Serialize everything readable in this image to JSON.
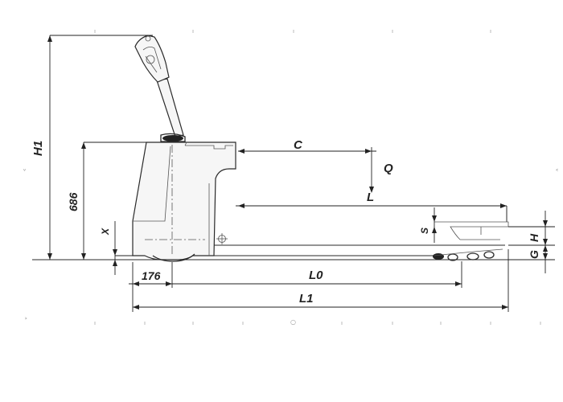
{
  "diagram": {
    "labels": {
      "h1": "H1",
      "h686": "686",
      "x": "X",
      "c": "C",
      "q": "Q",
      "l": "L",
      "s": "S",
      "h": "H",
      "g": "G",
      "d176": "176",
      "l0": "L0",
      "l1": "L1"
    },
    "marks": {
      "left_chevron": "˅",
      "right_chevron": "˂",
      "bottom_chevron": "˃",
      "small_circle": "○"
    }
  }
}
